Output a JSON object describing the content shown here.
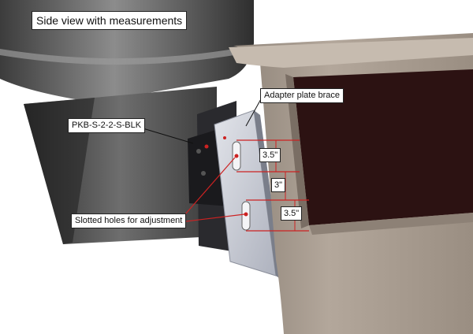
{
  "title": "Side view with measurements",
  "labels": {
    "adapter_plate_brace": "Adapter plate brace",
    "part_number": "PKB-S-2-2-S-BLK",
    "slotted_holes": "Slotted  holes for adjustment"
  },
  "measurements": {
    "upper_slot": "3.5\"",
    "slot_spacing": "3\"",
    "lower_slot": "3.5\""
  },
  "colors": {
    "dimension_lines": "#cc2222",
    "hopper": "#5a5a5a",
    "housing_frame": "#a69a8e",
    "housing_panel": "#2e1414",
    "bracket": "#1e1e22",
    "brace_plate": "#c9ccd6"
  }
}
